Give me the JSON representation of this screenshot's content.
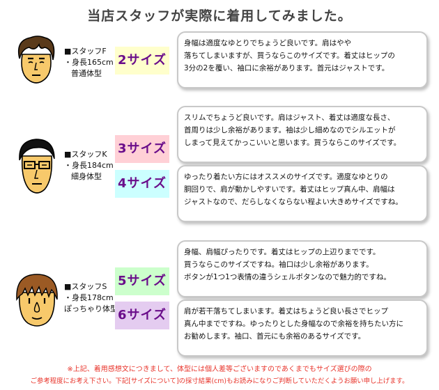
{
  "title": "当店スタッフが実際に着用してみました。",
  "colors": {
    "badge_yellow": "#ffffcc",
    "badge_pink": "#ffd0d6",
    "badge_cyan": "#ccffff",
    "badge_green": "#ccffcc",
    "badge_purple": "#e4ccf0",
    "size_text": "#6a0d8a",
    "note_text": "#e8332a"
  },
  "staff": [
    {
      "name": "■スタッフF",
      "height": "・身長165cm",
      "body": "普通体型",
      "avatar_icon": "staff-f-face-icon",
      "sizes": [
        {
          "label": "2サイズ",
          "lines": [
            "身幅は適度なゆとりでちょうど良いです。肩はやや",
            "落ちてしまいますが、買うならこのサイズです。着丈はヒップの",
            "3分の2を覆い、袖口に余裕があります。首元はジャストです。"
          ]
        }
      ]
    },
    {
      "name": "■スタッフK",
      "height": "・身長184cm",
      "body": "細身体型",
      "avatar_icon": "staff-k-face-icon",
      "sizes": [
        {
          "label": "3サイズ",
          "lines": [
            "スリムでちょうど良いです。肩はジャスト、着丈は適度な長さ、",
            "首周りは少し余裕があります。袖は少し細めなのでシルエットが",
            "しまって見えてかっこいいと思います。買うならこのサイズです。"
          ]
        },
        {
          "label": "4サイズ",
          "lines": [
            "ゆったり着たい方にはオススメのサイズです。適度なゆとりの",
            "胴回りで、肩が動かしやすいです。着丈はヒップ真ん中、肩幅は",
            "ジャストなので、だらしなくならない程よい大きめサイズですね。"
          ]
        }
      ]
    },
    {
      "name": "■スタッフS",
      "height": "・身長178cm",
      "body": "ぽっちゃり体型",
      "avatar_icon": "staff-s-face-icon",
      "sizes": [
        {
          "label": "5サイズ",
          "lines": [
            "身幅、肩幅ぴったりです。着丈はヒップの上辺りまでです。",
            "買うならこのサイズですね。袖口は少し余裕があります。",
            "ボタンが1つ1つ表情の違うシェルボタンなので魅力的ですね。"
          ]
        },
        {
          "label": "6サイズ",
          "lines": [
            "肩が若干落ちてしまいます。着丈はちょうど良い長さでヒップ",
            "真ん中までですね。ゆったりとした身幅なので余裕を持ちたい方に",
            "お勧めします。袖口、首元にも余裕のあるサイズです。"
          ]
        }
      ]
    }
  ],
  "note": {
    "line1": "※上記、着用感想文につきまして、体型には個人差等ございますのであくまでもサイズ選びの際の",
    "line2": "ご参考程度にお考え下さい。下記[サイズについて]の採寸結果(cm)もお読みになりご判断していただくようお願い申し上げます。"
  }
}
